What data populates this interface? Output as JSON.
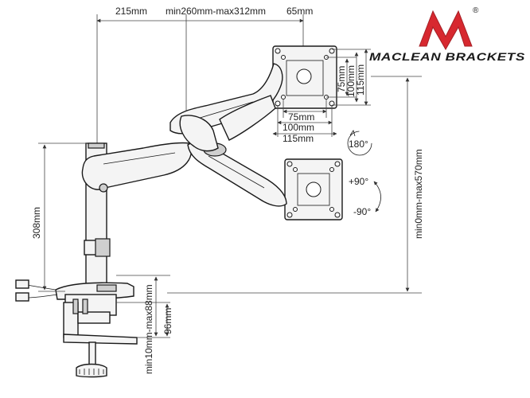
{
  "brand": {
    "name": "MACLEAN BRACKETS",
    "registered_mark": "®",
    "logo_color": "#d7282f"
  },
  "dimensions": {
    "top_left": "215mm",
    "top_middle": "min260mm-max312mm",
    "top_right": "65mm",
    "vesa_v_small": "75mm",
    "vesa_v_medium": "100mm",
    "vesa_v_large": "115mm",
    "vesa_h_small": "75mm",
    "vesa_h_medium": "100mm",
    "vesa_h_large": "115mm",
    "height_range": "min0mm-max570mm",
    "pole_height": "308mm",
    "clamp_range": "min10mm-max88mm",
    "clamp_depth": "96mm"
  },
  "rotation": {
    "full": "180°",
    "tilt_up": "+90°",
    "tilt_down": "-90°"
  }
}
